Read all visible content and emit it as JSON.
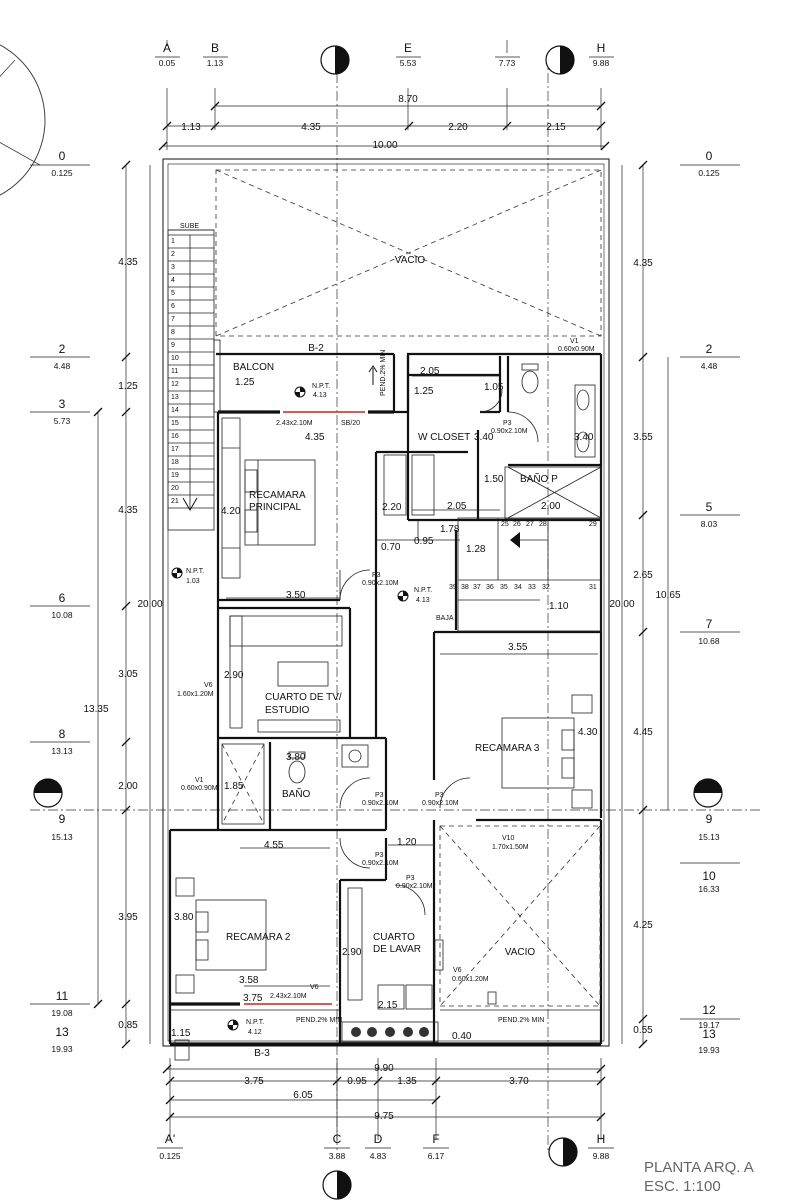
{
  "title": "PLANTA ARQ. A",
  "scale": "ESC. 1:100",
  "axes_top": [
    {
      "id": "A",
      "value": "0.05"
    },
    {
      "id": "B",
      "value": "1.13"
    },
    {
      "id": "E",
      "value": "5.53"
    },
    {
      "id": "",
      "value": "7.73"
    },
    {
      "id": "H",
      "value": "9.88"
    }
  ],
  "axes_bottom": [
    {
      "id": "A'",
      "value": "0.125"
    },
    {
      "id": "C",
      "value": "3.88"
    },
    {
      "id": "D",
      "value": "4.83"
    },
    {
      "id": "F",
      "value": "6.17"
    },
    {
      "id": "H",
      "value": "9.88"
    }
  ],
  "axes_left": [
    {
      "id": "0",
      "value": "0.125"
    },
    {
      "id": "2",
      "value": "4.48"
    },
    {
      "id": "3",
      "value": "5.73"
    },
    {
      "id": "6",
      "value": "10.08"
    },
    {
      "id": "8",
      "value": "13.13"
    },
    {
      "id": "9",
      "value": "15.13"
    },
    {
      "id": "11",
      "value": "19.08"
    },
    {
      "id": "13",
      "value": "19.93"
    }
  ],
  "axes_right": [
    {
      "id": "0",
      "value": "0.125"
    },
    {
      "id": "2",
      "value": "4.48"
    },
    {
      "id": "5",
      "value": "8.03"
    },
    {
      "id": "7",
      "value": "10.68"
    },
    {
      "id": "9",
      "value": "15.13"
    },
    {
      "id": "10",
      "value": "16.33"
    },
    {
      "id": "12",
      "value": "19.17"
    },
    {
      "id": "13",
      "value": "19.93"
    }
  ],
  "top_dims": {
    "d870": "8.70",
    "d113": "1.13",
    "d435": "4.35",
    "d220": "2.20",
    "d215": "2.15",
    "d1000": "10.00"
  },
  "bottom_dims": {
    "d990": "9.90",
    "d375": "3.75",
    "d095": "0.95",
    "d135": "1.35",
    "d370": "3.70",
    "d605": "6.05",
    "d975": "9.75"
  },
  "left_dims": [
    "4.35",
    "1.25",
    "4.35",
    "3.05",
    "2.00",
    "3.95",
    "0.85"
  ],
  "left_dim_total": "20.00",
  "left_dim_13_35": "13.35",
  "right_dims": [
    "4.35",
    "3.55",
    "2.65",
    "4.45",
    "4.25",
    "0.55"
  ],
  "right_dim_total": "20.00",
  "right_dim_10_65": "10.65",
  "rooms": {
    "vacio_top": "VACIO",
    "balcon": "BALCON",
    "wcloset": "W CLOSET",
    "bano_p": "BAÑO P",
    "recamara_principal": "RECAMARA\nPRINCIPAL",
    "cuarto_tv": "CUARTO DE TV/\nESTUDIO",
    "recamara3": "RECAMARA 3",
    "bano": "BAÑO",
    "recamara2": "RECAMARA 2",
    "cuarto_lavar": "CUARTO\nDE LAVAR",
    "vacio_bottom": "VACIO"
  },
  "labels": {
    "sube": "SUBE",
    "baja": "BAJA",
    "b2": "B-2",
    "b3": "B-3",
    "npt": "N.P.T.",
    "npt_413": "4.13",
    "npt_103": "1.03",
    "npt_412": "4.12",
    "pend": "PEND.2% MIN",
    "v1": "V1",
    "v1_size": "0.60x0.90M",
    "v6": "V6",
    "v6_size": "1.60x1.20M",
    "v6b_size": "2.43x2.10M",
    "v6c_size": "0.60x1.20M",
    "v10": "V10",
    "v10_size": "1.70x1.50M",
    "p3": "P3",
    "p3_size": "0.90x2.10M",
    "door_size": "2.43x2.10M",
    "sill": "SB/20"
  },
  "inner_dims": [
    "1.25",
    "4.35",
    "2.05",
    "1.05",
    "3.40",
    "1.25",
    "1.50",
    "2.05",
    "2.00",
    "4.20",
    "2.20",
    "1.78",
    "0.95",
    "0.70",
    "1.28",
    "1.10",
    "3.50",
    "3.55",
    "4.30",
    "2.90",
    "3.80",
    "1.85",
    "4.55",
    "1.20",
    "3.80",
    "2.90",
    "3.58",
    "3.75",
    "2.15",
    "0.40",
    "1.15",
    "3.40"
  ],
  "stair_numbers_left": [
    "1",
    "2",
    "3",
    "4",
    "5",
    "6",
    "7",
    "8",
    "9",
    "10",
    "11",
    "12",
    "13",
    "14",
    "15",
    "16",
    "17",
    "18",
    "19",
    "20",
    "21"
  ],
  "stair_numbers_right_top": [
    "25",
    "26",
    "27",
    "28",
    "29"
  ],
  "stair_numbers_right_bottom": [
    "39",
    "38",
    "37",
    "36",
    "35",
    "34",
    "33",
    "32",
    "31"
  ]
}
